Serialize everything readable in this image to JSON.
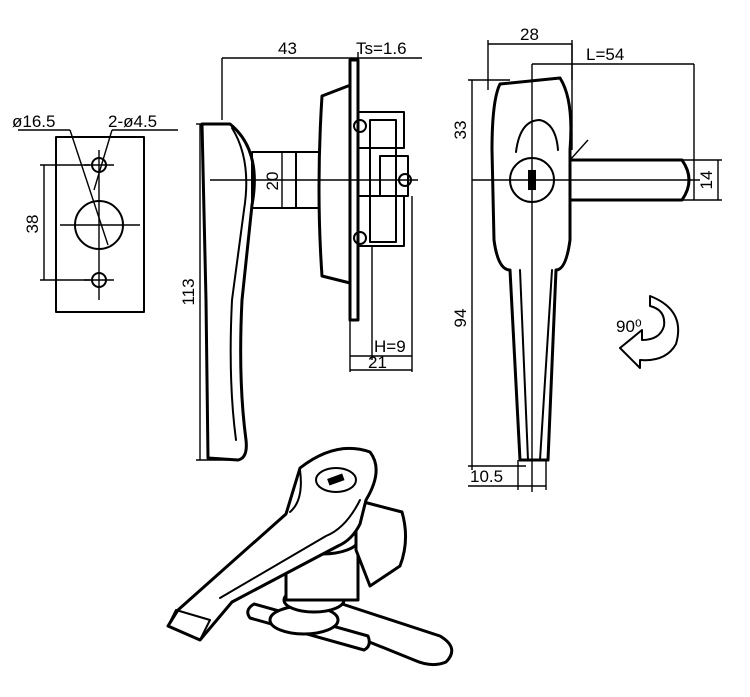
{
  "dimensions": {
    "plate_hole_dia": "ø16.5",
    "screw_holes": "2-ø4.5",
    "plate_height": "38",
    "side_width": "43",
    "plate_thickness": "Ts=1.6",
    "shaft_height": "20",
    "handle_height": "113",
    "h_value": "H=9",
    "depth": "21",
    "front_width": "28",
    "lever_length": "L=54",
    "top_height": "33",
    "lever_width": "14",
    "lower_height": "94",
    "tip_width": "10.5"
  },
  "rotation": {
    "label": "90⁰"
  },
  "colors": {
    "line": "#000000",
    "background": "#ffffff"
  }
}
